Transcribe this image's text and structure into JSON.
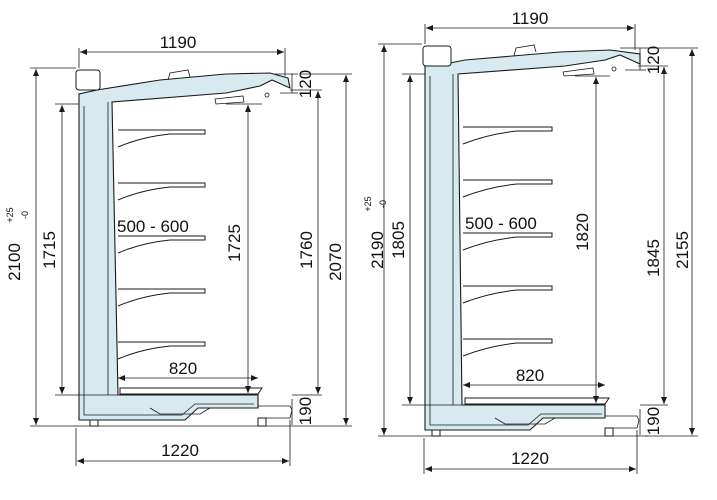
{
  "left_unit": {
    "top_depth": "1190",
    "top_height": "120",
    "total_height": "2100",
    "total_height_tol_plus": "+25",
    "total_height_tol_minus": "-0",
    "inner_height_left": "1715",
    "shelf_spacing": "500 - 600",
    "inner_height_right": "1725",
    "height_1760": "1760",
    "height_2070": "2070",
    "base_depth": "820",
    "base_height": "190",
    "total_depth": "1220"
  },
  "right_unit": {
    "top_depth": "1190",
    "top_height": "120",
    "total_height": "2190",
    "total_height_tol_plus": "+25",
    "total_height_tol_minus": "-0",
    "inner_height_left": "1805",
    "shelf_spacing": "500 - 600",
    "inner_height_right": "1820",
    "height_1845": "1845",
    "height_2155": "2155",
    "base_depth": "820",
    "base_height": "190",
    "total_depth": "1220"
  },
  "colors": {
    "body_fill": "#d6eaf0",
    "line": "#1a1a1a"
  }
}
